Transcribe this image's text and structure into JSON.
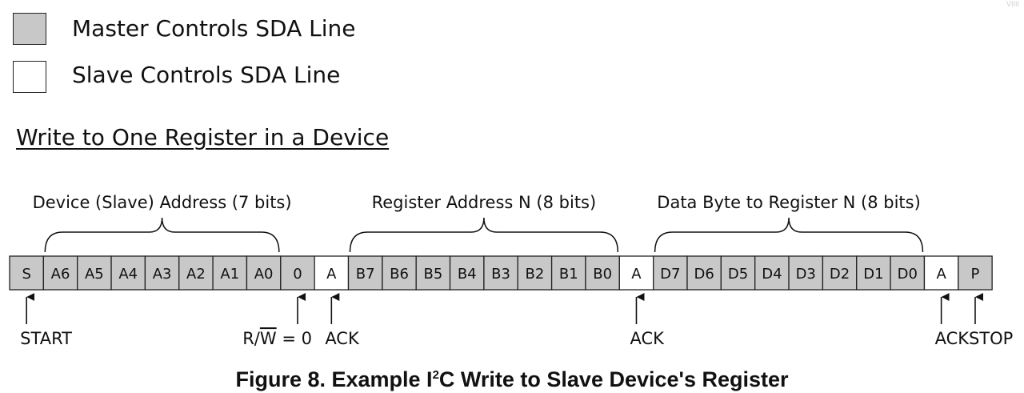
{
  "legend": [
    {
      "label": "Master Controls SDA Line",
      "color": "#c8c8c8"
    },
    {
      "label": "Slave Controls SDA Line",
      "color": "#ffffff"
    }
  ],
  "subtitle": "Write to One Register in a Device",
  "groups": [
    {
      "label": "Device (Slave) Address (7 bits)"
    },
    {
      "label": "Register Address N (8 bits)"
    },
    {
      "label": "Data Byte to Register N (8 bits)"
    }
  ],
  "cells": [
    {
      "label": "S",
      "by": "master"
    },
    {
      "label": "A6",
      "by": "master"
    },
    {
      "label": "A5",
      "by": "master"
    },
    {
      "label": "A4",
      "by": "master"
    },
    {
      "label": "A3",
      "by": "master"
    },
    {
      "label": "A2",
      "by": "master"
    },
    {
      "label": "A1",
      "by": "master"
    },
    {
      "label": "A0",
      "by": "master"
    },
    {
      "label": "0",
      "by": "master"
    },
    {
      "label": "A",
      "by": "slave"
    },
    {
      "label": "B7",
      "by": "master"
    },
    {
      "label": "B6",
      "by": "master"
    },
    {
      "label": "B5",
      "by": "master"
    },
    {
      "label": "B4",
      "by": "master"
    },
    {
      "label": "B3",
      "by": "master"
    },
    {
      "label": "B2",
      "by": "master"
    },
    {
      "label": "B1",
      "by": "master"
    },
    {
      "label": "B0",
      "by": "master"
    },
    {
      "label": "A",
      "by": "slave"
    },
    {
      "label": "D7",
      "by": "master"
    },
    {
      "label": "D6",
      "by": "master"
    },
    {
      "label": "D5",
      "by": "master"
    },
    {
      "label": "D4",
      "by": "master"
    },
    {
      "label": "D3",
      "by": "master"
    },
    {
      "label": "D2",
      "by": "master"
    },
    {
      "label": "D1",
      "by": "master"
    },
    {
      "label": "D0",
      "by": "master"
    },
    {
      "label": "A",
      "by": "slave"
    },
    {
      "label": "P",
      "by": "master"
    }
  ],
  "markers": [
    {
      "label": "START",
      "cell": 0
    },
    {
      "label": "R/W = 0",
      "cell": 8
    },
    {
      "label": "ACK",
      "cell": 9
    },
    {
      "label": "ACK",
      "cell": 18
    },
    {
      "label": "ACK",
      "cell": 27
    },
    {
      "label": "STOP",
      "cell": 28
    }
  ],
  "caption": {
    "prefix": "Figure 8. Example I",
    "sup": "2",
    "suffix": "C Write to Slave Device's Register"
  },
  "watermark": "VIIII"
}
